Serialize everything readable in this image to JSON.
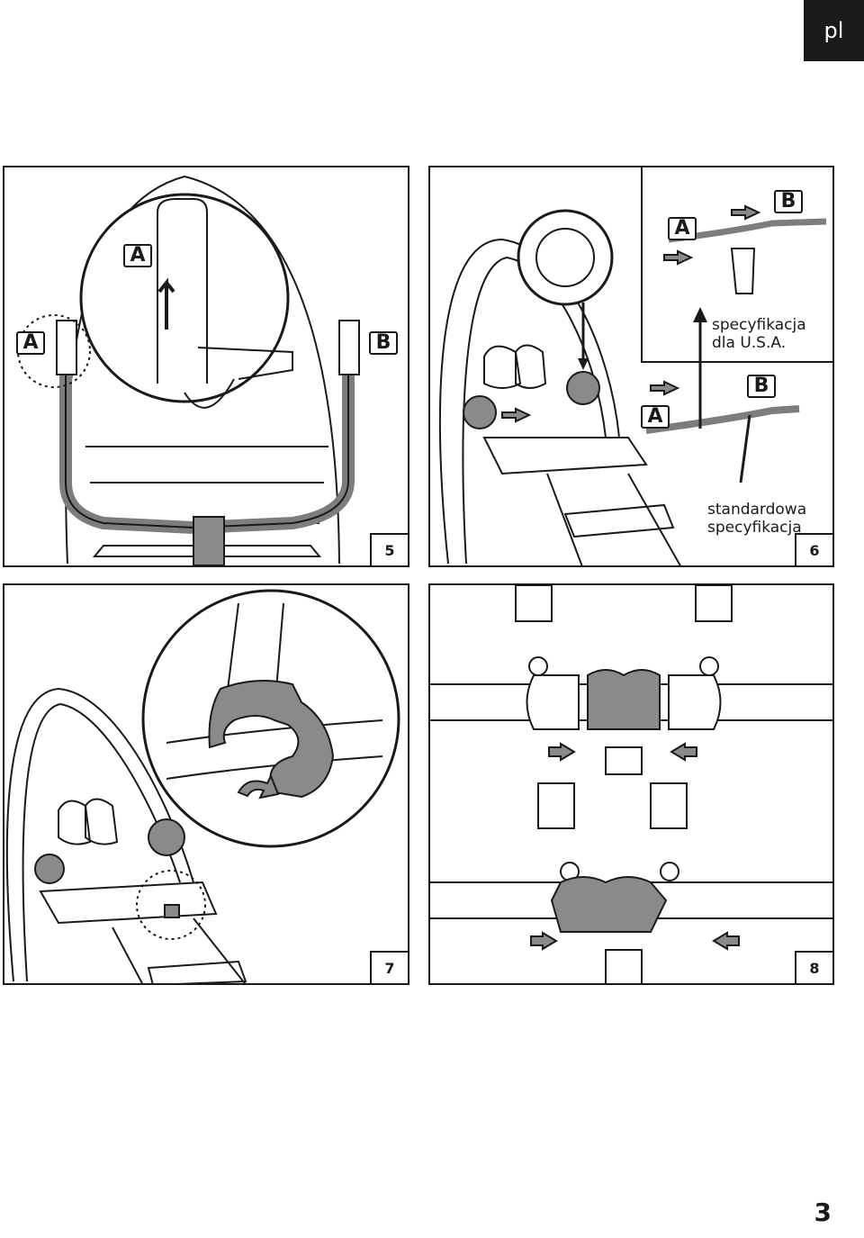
{
  "header": {
    "language_tab": "pl"
  },
  "labels": {
    "a": "A",
    "b": "B"
  },
  "steps": {
    "step5": {
      "number": "5"
    },
    "step6": {
      "number": "6",
      "caption_usa": "specyfikacja dla U.S.A.",
      "caption_standard": "standardowa specyfikacja"
    },
    "step7": {
      "number": "7"
    },
    "step8": {
      "number": "8"
    }
  },
  "footer": {
    "page_number": "3"
  },
  "colors": {
    "ink": "#1a1a1a",
    "part_gray": "#8a8a8a",
    "light_gray": "#cfcfcf"
  }
}
